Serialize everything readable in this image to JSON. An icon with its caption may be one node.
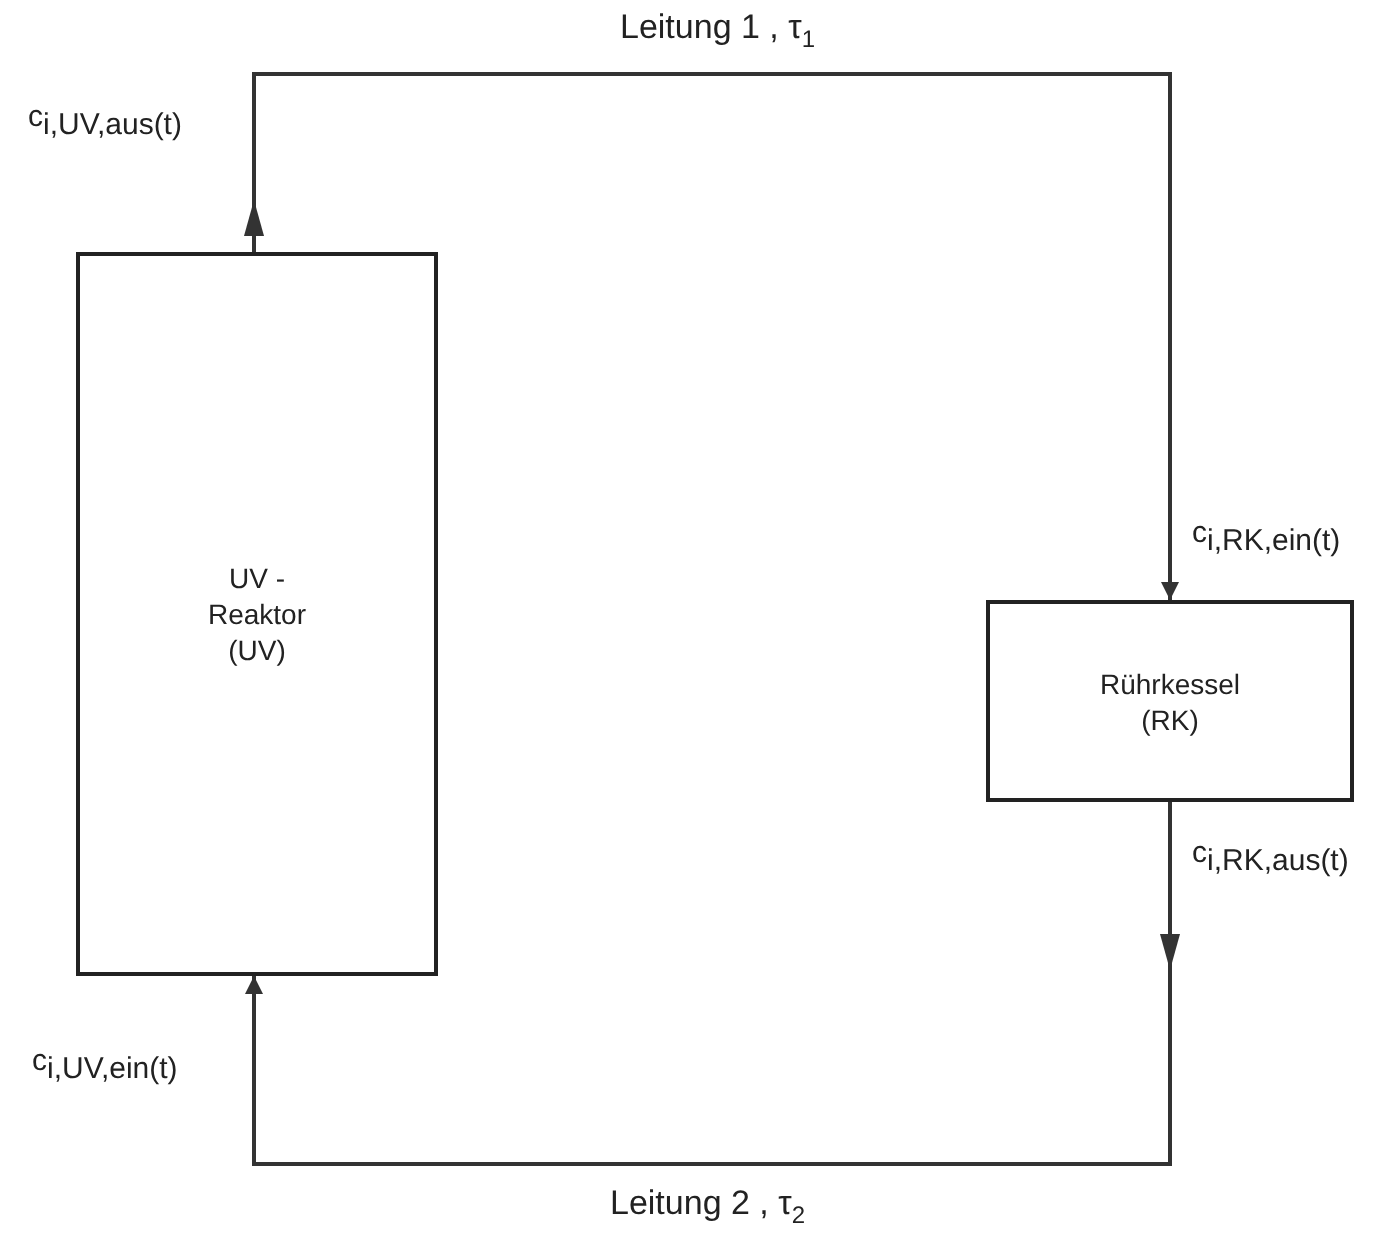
{
  "diagram": {
    "nodes": [
      {
        "text": [
          "UV - Reaktor (UV)"
        ]
      },
      {
        "text": [
          "Rührkessel (RK)"
        ]
      }
    ],
    "edges": [
      {
        "from": 0,
        "to": 1,
        "arrow": "to",
        "label": "Leitung 1 , τ$_{1}$"
      },
      {
        "from": 1,
        "to": 0,
        "arrow": "to",
        "label": "Leitung 2 , τ$_{2}$"
      }
    ],
    "labels": [
      "c$_{i,UV,aus(t)}$",
      "c$_{i,RK,ein(t)}$",
      "c$_{i,RK,aus(t)}$",
      "c$_{i,UV,ein(t)}$"
    ]
  }
}
